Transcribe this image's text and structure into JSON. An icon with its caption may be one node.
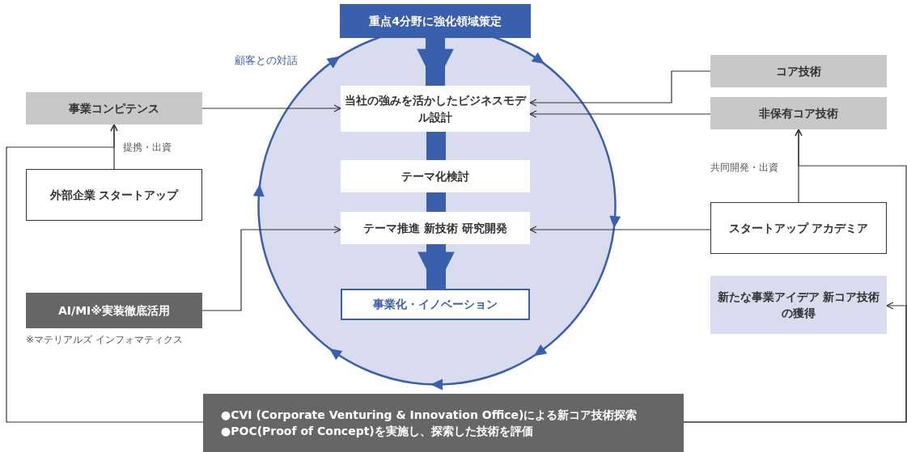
{
  "diagram": {
    "nodes": [
      {
        "text": [
          "重点4分野に強化領域策定"
        ]
      },
      {
        "text": [],
        "shape": "circle",
        "beside": [
          "顧客との対話"
        ]
      },
      {
        "text": [
          "当社の強みを活かしたビジネスモデル設計"
        ],
        "in": 1
      },
      {
        "text": [
          "テーマ化検討"
        ],
        "in": 1
      },
      {
        "text": [
          "テーマ推進 新技術 研究開発"
        ],
        "in": 1
      },
      {
        "text": [
          "事業化・イノベーション"
        ],
        "in": 1
      },
      {
        "text": [
          "事業コンピテンス"
        ]
      },
      {
        "text": [
          "外部企業 スタートアップ"
        ]
      },
      {
        "text": [
          "AI/MI※実装徹底活用"
        ],
        "beside": [
          "※マテリアルズ インフォマティクス"
        ]
      },
      {
        "text": [
          "コア技術"
        ]
      },
      {
        "text": [
          "非保有コア技術"
        ]
      },
      {
        "text": [
          "スタートアップ アカデミア"
        ]
      },
      {
        "text": [
          "新たな事業アイデア 新コア技術の獲得"
        ]
      },
      {
        "text": [
          "●CVI (Corporate Venturing & Innovation Office)による新コア技術探索",
          "●POC(Proof of Concept)を実施し、探索した技術を評価"
        ]
      }
    ],
    "edges": [
      {
        "from": 0,
        "to": 2,
        "arrow": "to",
        "style": "thick",
        "color": "#3a5fad"
      },
      {
        "from": 2,
        "to": 3,
        "arrow": "none",
        "style": "thick",
        "color": "#3a5fad"
      },
      {
        "from": 3,
        "to": 4,
        "arrow": "none",
        "style": "thick",
        "color": "#3a5fad"
      },
      {
        "from": 4,
        "to": 5,
        "arrow": "to",
        "style": "thick",
        "color": "#3a5fad"
      },
      {
        "from": 6,
        "to": 2,
        "arrow": "to"
      },
      {
        "from": 7,
        "to": 6,
        "arrow": "to",
        "label": "提携・出資"
      },
      {
        "from": 8,
        "to": 4,
        "arrow": "to"
      },
      {
        "from": 9,
        "to": 2,
        "arrow": "to"
      },
      {
        "from": 10,
        "to": 2,
        "arrow": "to"
      },
      {
        "from": 11,
        "to": 4,
        "arrow": "to"
      },
      {
        "from": 11,
        "to": 10,
        "arrow": "to",
        "label": "共同開発・出資"
      },
      {
        "from": 13,
        "to": 6,
        "arrow": "to"
      },
      {
        "from": 13,
        "to": 10,
        "arrow": "to"
      },
      {
        "from": 13,
        "to": 12,
        "arrow": "to"
      }
    ]
  }
}
